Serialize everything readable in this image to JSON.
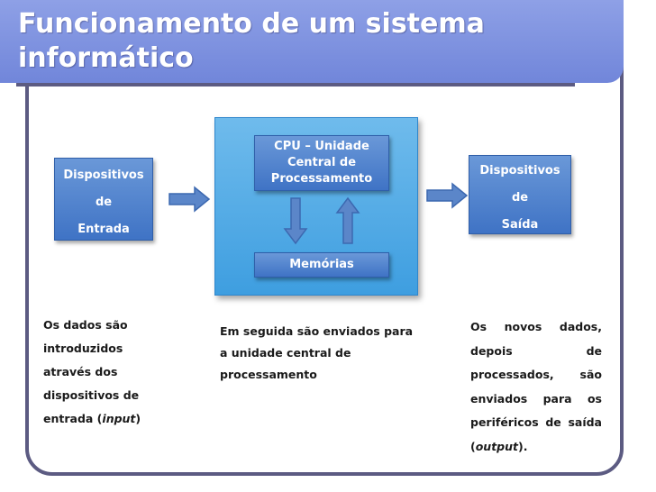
{
  "slide": {
    "title_line1": "Funcionamento de um sistema",
    "title_line2": "informático"
  },
  "diagram": {
    "input_box": {
      "line1": "Dispositivos",
      "line2": "de",
      "line3": "Entrada"
    },
    "cpu_box": {
      "line1": "CPU – Unidade",
      "line2": "Central de",
      "line3": "Processamento"
    },
    "memory_box": {
      "label": "Memórias"
    },
    "output_box": {
      "line1": "Dispositivos",
      "line2": "de",
      "line3": "Saída"
    }
  },
  "captions": {
    "left": {
      "before": "Os dados são introduzidos através dos dispositivos de entrada (",
      "italic": "input",
      "after": ")"
    },
    "middle": {
      "text": "Em seguida são enviados para a unidade central de processamento"
    },
    "right": {
      "before": "Os novos dados, depois de processados, são enviados para os periféricos de saída (",
      "italic": "output",
      "after": ")."
    }
  },
  "colors": {
    "title_band": "#7f93e0",
    "frame": "#5c5b82",
    "box_fill": "#4a7fcc",
    "cpu_container": "#4aa6e4",
    "arrow_fill": "#5b86c9"
  }
}
